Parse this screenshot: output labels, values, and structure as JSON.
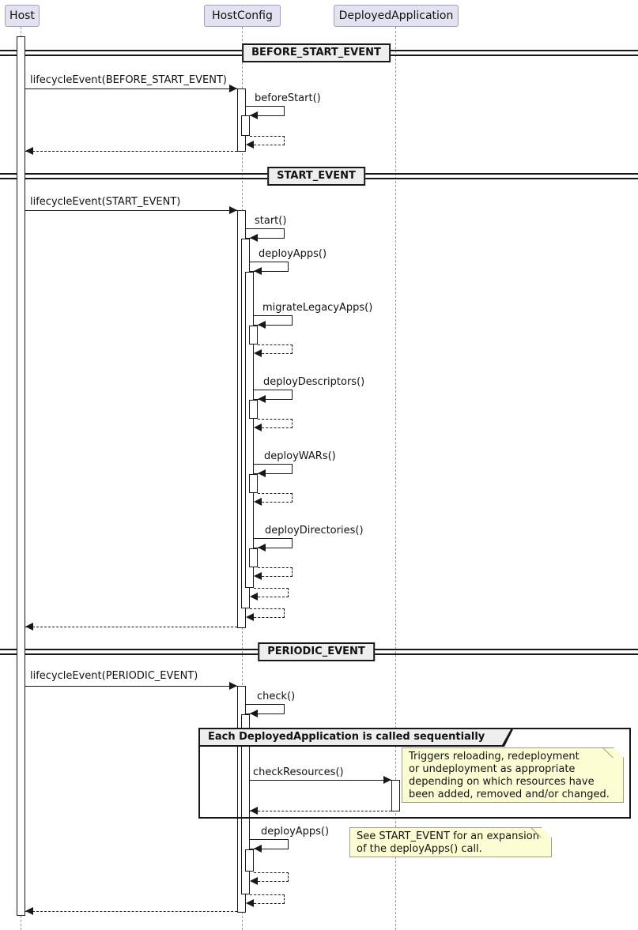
{
  "participants": [
    {
      "label": "Host"
    },
    {
      "label": "HostConfig"
    },
    {
      "label": "DeployedApplication"
    }
  ],
  "dividers": [
    {
      "label": "BEFORE_START_EVENT"
    },
    {
      "label": "START_EVENT"
    },
    {
      "label": "PERIODIC_EVENT"
    }
  ],
  "messages": {
    "lifecycle_before_start": "lifecycleEvent(BEFORE_START_EVENT)",
    "before_start": "beforeStart()",
    "lifecycle_start": "lifecycleEvent(START_EVENT)",
    "start": "start()",
    "deploy_apps": "deployApps()",
    "migrate_legacy_apps": "migrateLegacyApps()",
    "deploy_descriptors": "deployDescriptors()",
    "deploy_wars": "deployWARs()",
    "deploy_directories": "deployDirectories()",
    "lifecycle_periodic": "lifecycleEvent(PERIODIC_EVENT)",
    "check": "check()",
    "check_resources": "checkResources()",
    "deploy_apps_periodic": "deployApps()"
  },
  "group": {
    "label": "Each DeployedApplication is called sequentially"
  },
  "notes": {
    "check_resources_note": "Triggers reloading, redeployment\nor undeployment as appropriate\ndepending on which resources have\nbeen added, removed and/or changed.",
    "deploy_apps_note": "See START_EVENT for an expansion\nof the deployApps() call."
  },
  "colors": {
    "background": "#FFFFFF",
    "line": "#181818",
    "lifeline": "#999999",
    "text": "#121212",
    "bar_fill": "#FFFFFF",
    "participant_fill": "#E2E2F0",
    "participant_border": "#A0A0B8",
    "divider_fill": "#EEEEEE",
    "frame_fill": "#EEEEEE",
    "note_fill": "#FDFDD4",
    "note_border": "#9E9E86"
  }
}
